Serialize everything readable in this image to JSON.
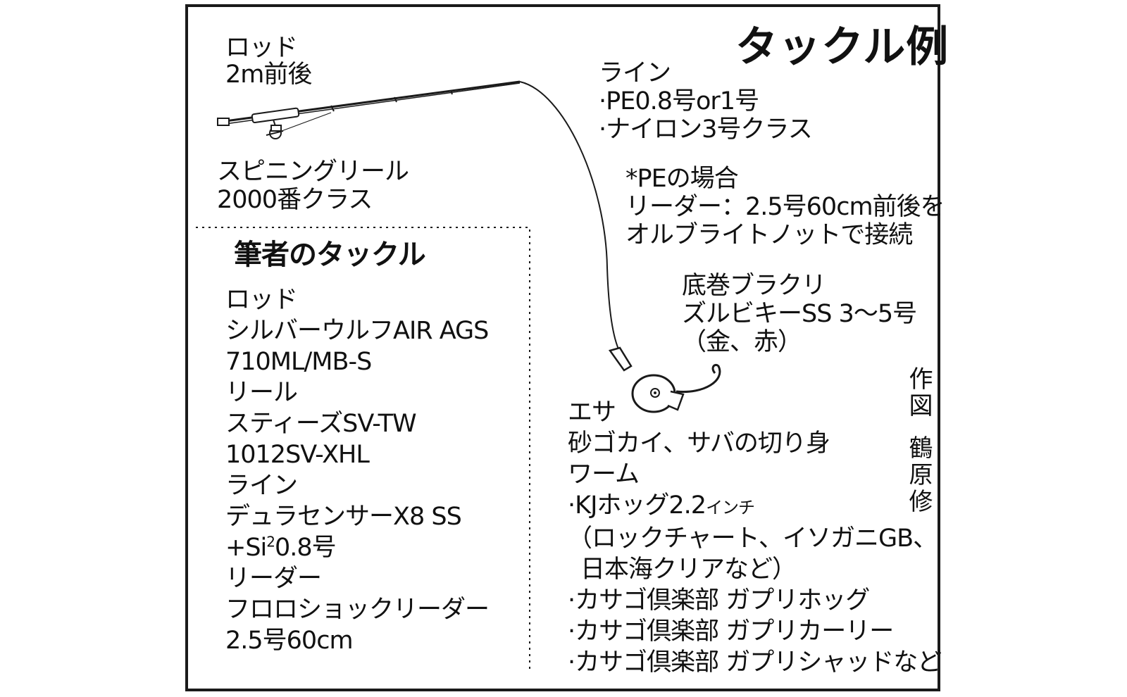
{
  "title": "タックル例",
  "rod": {
    "label": "ロッド",
    "spec": "2m前後"
  },
  "reel": {
    "label": "スピニングリール",
    "spec": "2000番クラス"
  },
  "line": {
    "label": "ライン",
    "items": [
      "·PE0.8号or1号",
      "·ナイロン3号クラス"
    ]
  },
  "pe_note": {
    "heading": "*PEの場合",
    "lines": [
      "リーダー：2.5号60cm前後を",
      "オルブライトノットで接続"
    ]
  },
  "rig": {
    "lines": [
      "底巻ブラクリ",
      "ズルビキーSS 3〜5号",
      "（金、赤）"
    ]
  },
  "credit": {
    "line1": "作図",
    "line2": "鶴原修"
  },
  "author_tackle": {
    "heading": "筆者のタックル",
    "rod_label": "ロッド",
    "rod_lines": [
      "シルバーウルフAIR AGS",
      "710ML/MB-S"
    ],
    "reel_label": "リール",
    "reel_lines": [
      "スティーズSV-TW",
      "1012SV-XHL"
    ],
    "line_label": "ライン",
    "line_lines": [
      "デュラセンサーX8 SS",
      "+Si",
      "2",
      "0.8号"
    ],
    "leader_label": "リーダー",
    "leader_lines": [
      "フロロショックリーダー",
      "2.5号60cm"
    ]
  },
  "bait": {
    "esa_label": "エサ",
    "esa_value": "砂ゴカイ、サバの切り身",
    "worm_label": "ワーム",
    "worm_1": "·KJホッグ2.2",
    "worm_1_unit": "インチ",
    "worm_1_colors_a": "（ロックチャート、イソガニGB、",
    "worm_1_colors_b": "日本海クリアなど）",
    "worm_2": "·カサゴ倶楽部 ガプリホッグ",
    "worm_3": "·カサゴ倶楽部 ガプリカーリー",
    "worm_4": "·カサゴ倶楽部 ガプリシャッドなど"
  },
  "colors": {
    "ink": "#1a1a1a",
    "background": "#ffffff"
  }
}
